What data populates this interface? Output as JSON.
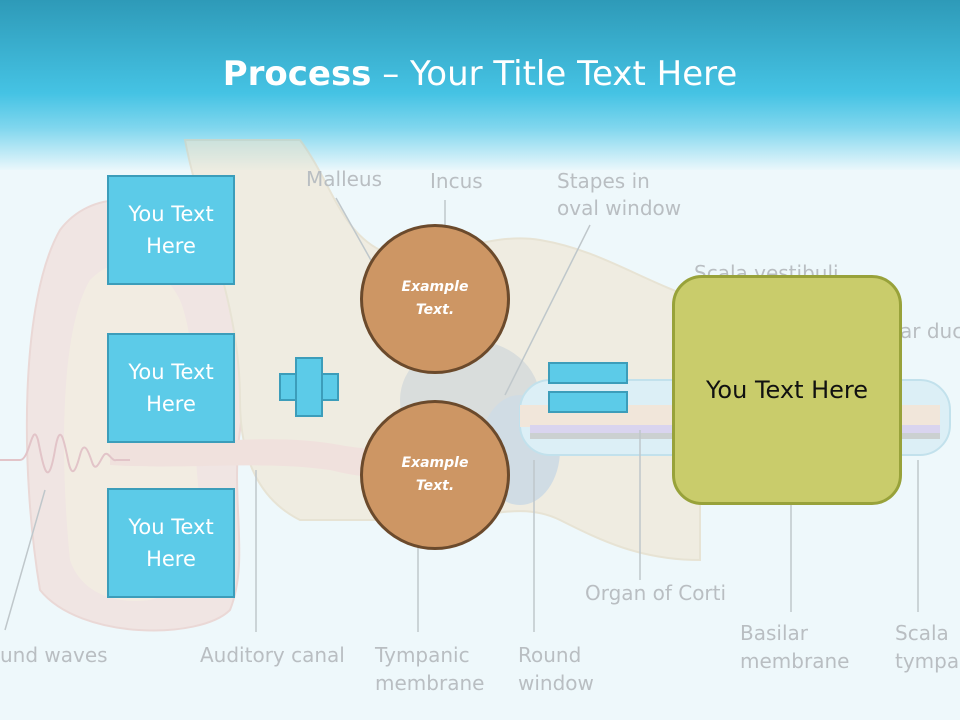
{
  "title": {
    "bold": "Process",
    "rest": " – Your Title Text Here"
  },
  "anatomy_labels": {
    "malleus": "Malleus",
    "incus": "Incus",
    "stapes_line1": "Stapes in",
    "stapes_line2": "oval window",
    "scala_vestibuli": "Scala vestibuli",
    "cochlear_duct": "ar duc",
    "organ_of_corti": "Organ of Corti",
    "sound_waves": "und waves",
    "auditory_canal": "Auditory canal",
    "tympanic_line1": "Tympanic",
    "tympanic_line2": "membrane",
    "round_line1": "Round",
    "round_line2": "window",
    "basilar_line1": "Basilar",
    "basilar_line2": "membrane",
    "scala_tymp_line1": "Scala",
    "scala_tymp_line2": "tympar"
  },
  "boxes": [
    "You Text Here",
    "You Text Here",
    "You Text Here"
  ],
  "circles": [
    "Example Text.",
    "Example Text."
  ],
  "result": "You Text Here",
  "colors": {
    "box": "#5ccbe8",
    "circle": "#cd9664",
    "result": "#c9cc6b",
    "header": "#45c3e4"
  },
  "icons": {
    "plus": "plus-icon",
    "equals": "equals-icon"
  }
}
